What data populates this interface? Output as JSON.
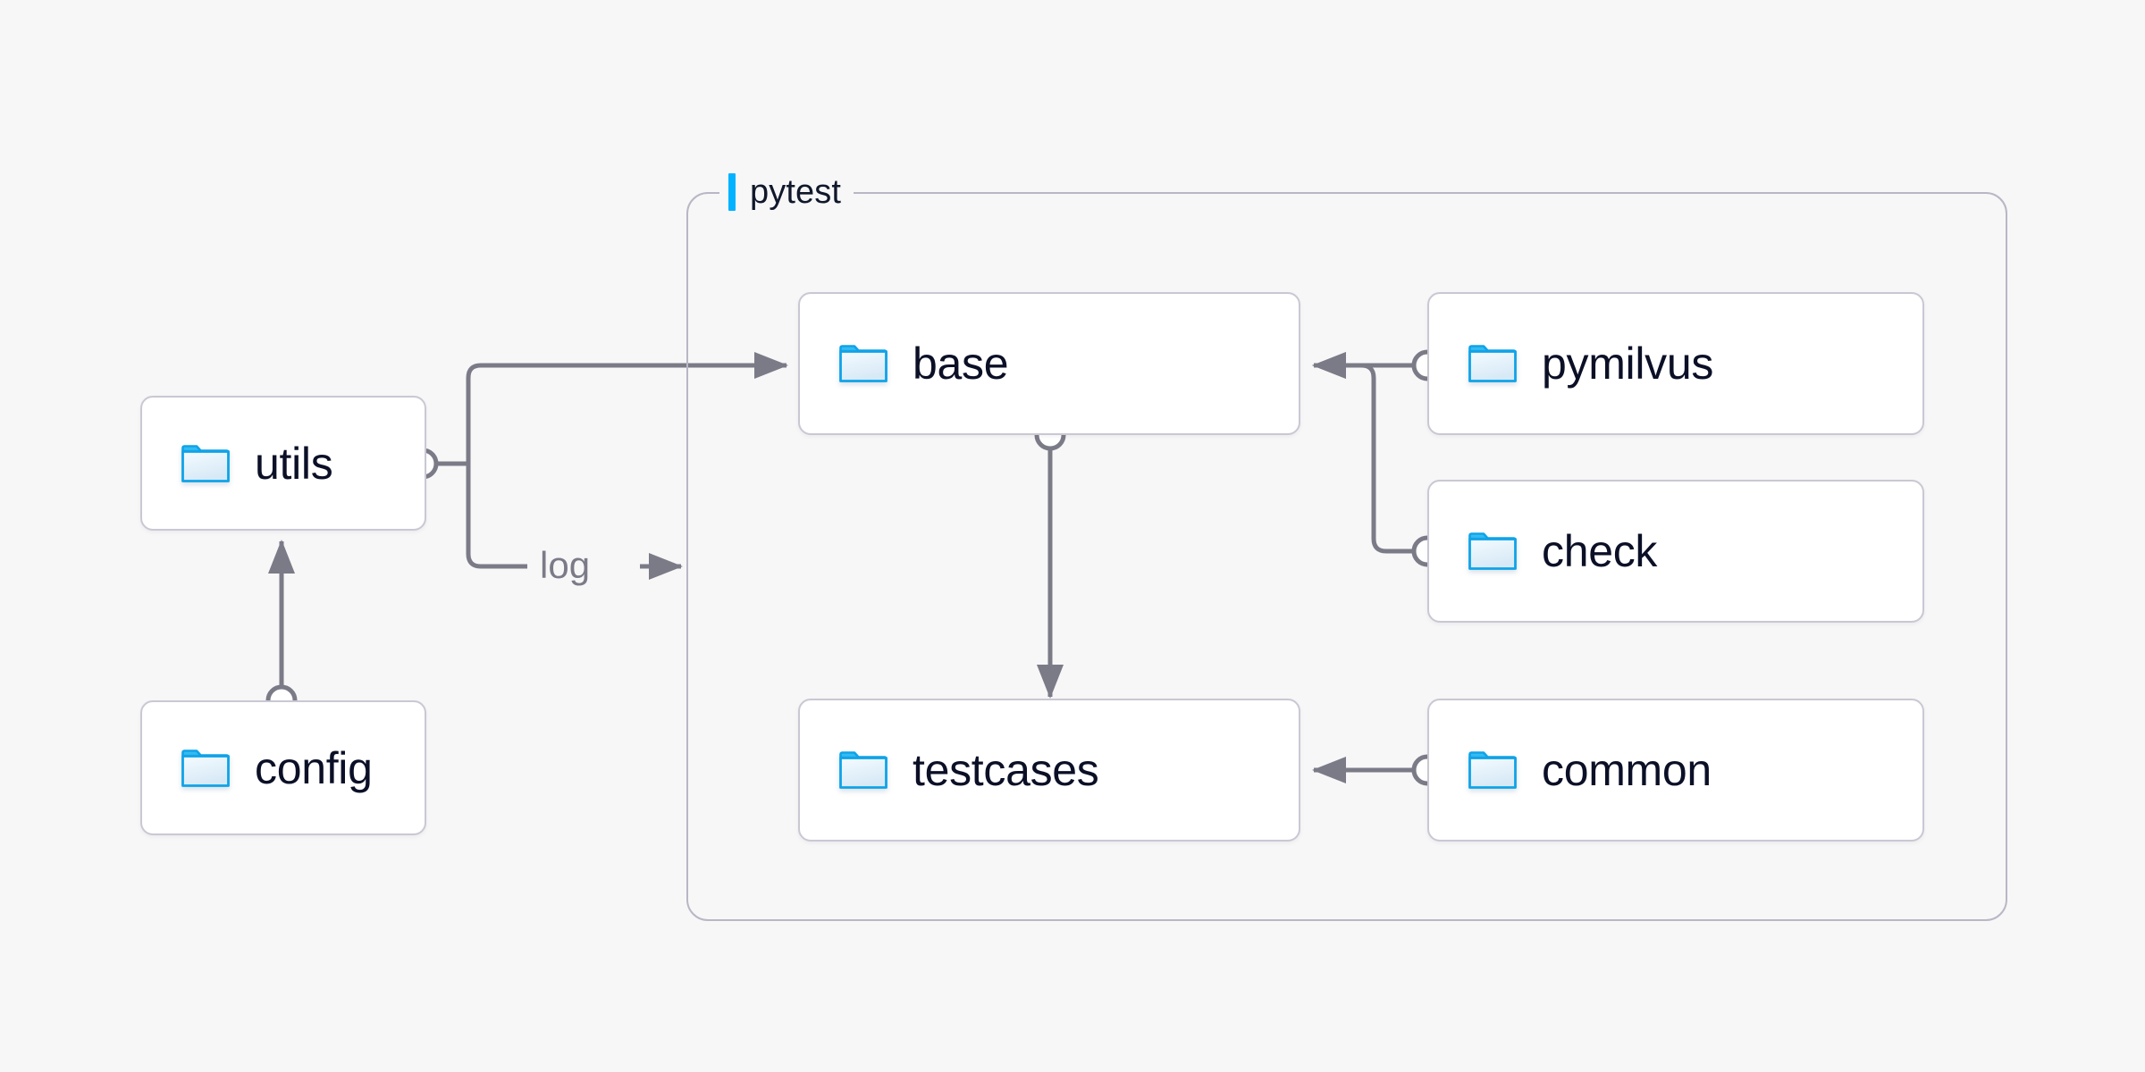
{
  "diagram": {
    "type": "architecture-flow",
    "background_color": "#f7f7f8",
    "accent_color": "#00b2ff",
    "edge_color": "#7b7b88",
    "card_border_color": "#c9c8d3",
    "text_color": "#0b1027",
    "folder_icon_color": "#1aace6"
  },
  "group": {
    "id": "pytest",
    "title": "pytest",
    "accent_color": "#00b2ff",
    "border_color": "#b8b7c4"
  },
  "nodes": [
    {
      "id": "utils",
      "label": "utils",
      "icon": "folder-icon",
      "inside_group": false
    },
    {
      "id": "config",
      "label": "config",
      "icon": "folder-icon",
      "inside_group": false
    },
    {
      "id": "base",
      "label": "base",
      "icon": "folder-icon",
      "inside_group": true
    },
    {
      "id": "testcases",
      "label": "testcases",
      "icon": "folder-icon",
      "inside_group": true
    },
    {
      "id": "pymilvus",
      "label": "pymilvus",
      "icon": "folder-icon",
      "inside_group": true
    },
    {
      "id": "check",
      "label": "check",
      "icon": "folder-icon",
      "inside_group": true
    },
    {
      "id": "common",
      "label": "common",
      "icon": "folder-icon",
      "inside_group": true
    }
  ],
  "edges": [
    {
      "id": "utils-base",
      "from": "utils",
      "to": "base",
      "label": "",
      "arrow": true
    },
    {
      "id": "utils-log",
      "from": "utils",
      "to": "pytest",
      "label": "log",
      "arrow": true
    },
    {
      "id": "config-utils",
      "from": "config",
      "to": "utils",
      "label": "",
      "arrow": true
    },
    {
      "id": "base-testcases",
      "from": "base",
      "to": "testcases",
      "label": "",
      "arrow": true
    },
    {
      "id": "pymilvus-base",
      "from": "pymilvus",
      "to": "base",
      "label": "",
      "arrow": true
    },
    {
      "id": "check-base",
      "from": "check",
      "to": "base",
      "label": "",
      "arrow": true
    },
    {
      "id": "common-testcases",
      "from": "common",
      "to": "testcases",
      "label": "",
      "arrow": true
    }
  ],
  "labels": {
    "log": "log",
    "log_arrow": "→"
  }
}
